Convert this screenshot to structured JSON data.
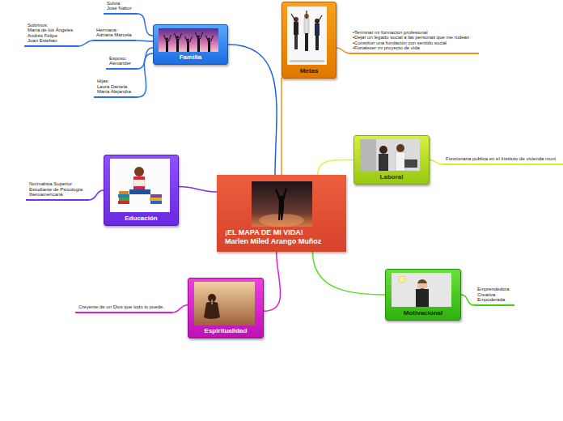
{
  "diagram": {
    "nodes": [
      {
        "text": [
          "¡EL MAPA DE MI VIDA!",
          "Marlen Miled Arango Muñoz"
        ]
      },
      {
        "text": [
          "Familia"
        ]
      },
      {
        "text": [
          "Sulvia",
          "José Nabor"
        ]
      },
      {
        "text": [
          "Hermana:",
          "Adriana Marcela"
        ]
      },
      {
        "text": [
          "Sobrinos:",
          "María de los Ángeles",
          "Andrés Felipe",
          "Juan Esteban"
        ]
      },
      {
        "text": [
          "Esposo:",
          "Alexander"
        ]
      },
      {
        "text": [
          "Hijas:",
          "Laura Daniela",
          "María Alejandra"
        ]
      },
      {
        "text": [
          "Metas"
        ]
      },
      {
        "text": [
          "•Terminar mi formación profesional",
          "•Dejar un legado social a las personas que me rodean",
          "•Constituir una fundación con sentido social",
          "•Fortalecer mi proyecto de vida"
        ]
      },
      {
        "text": [
          "Laboral"
        ]
      },
      {
        "text": [
          "Funcionaria publica en el Instituto de vivienda muni"
        ]
      },
      {
        "text": [
          "Motivacional"
        ]
      },
      {
        "text": [
          "Emprendedora",
          "Creativa",
          "Empoderada"
        ]
      },
      {
        "text": [
          "Espiritualidad"
        ]
      },
      {
        "text": [
          "Creyente de un Dios que todo lo puede."
        ]
      },
      {
        "text": [
          "Educación"
        ]
      },
      {
        "text": [
          "Normalista Superior",
          "Estudiante de Psicología",
          "Iberoamericana"
        ]
      }
    ],
    "edges": [
      {
        "from": 0,
        "to": 1,
        "arrow": "none"
      },
      {
        "from": 0,
        "to": 7,
        "arrow": "none"
      },
      {
        "from": 0,
        "to": 9,
        "arrow": "none"
      },
      {
        "from": 0,
        "to": 11,
        "arrow": "none"
      },
      {
        "from": 0,
        "to": 13,
        "arrow": "none"
      },
      {
        "from": 0,
        "to": 15,
        "arrow": "none"
      },
      {
        "from": 1,
        "to": 2,
        "arrow": "none"
      },
      {
        "from": 1,
        "to": 3,
        "arrow": "none"
      },
      {
        "from": 1,
        "to": 5,
        "arrow": "none"
      },
      {
        "from": 1,
        "to": 6,
        "arrow": "none"
      },
      {
        "from": 3,
        "to": 4,
        "arrow": "none"
      },
      {
        "from": 7,
        "to": 8,
        "arrow": "none"
      },
      {
        "from": 9,
        "to": 10,
        "arrow": "none"
      },
      {
        "from": 11,
        "to": 12,
        "arrow": "none"
      },
      {
        "from": 13,
        "to": 14,
        "arrow": "none"
      },
      {
        "from": 15,
        "to": 16,
        "arrow": "none"
      }
    ]
  }
}
